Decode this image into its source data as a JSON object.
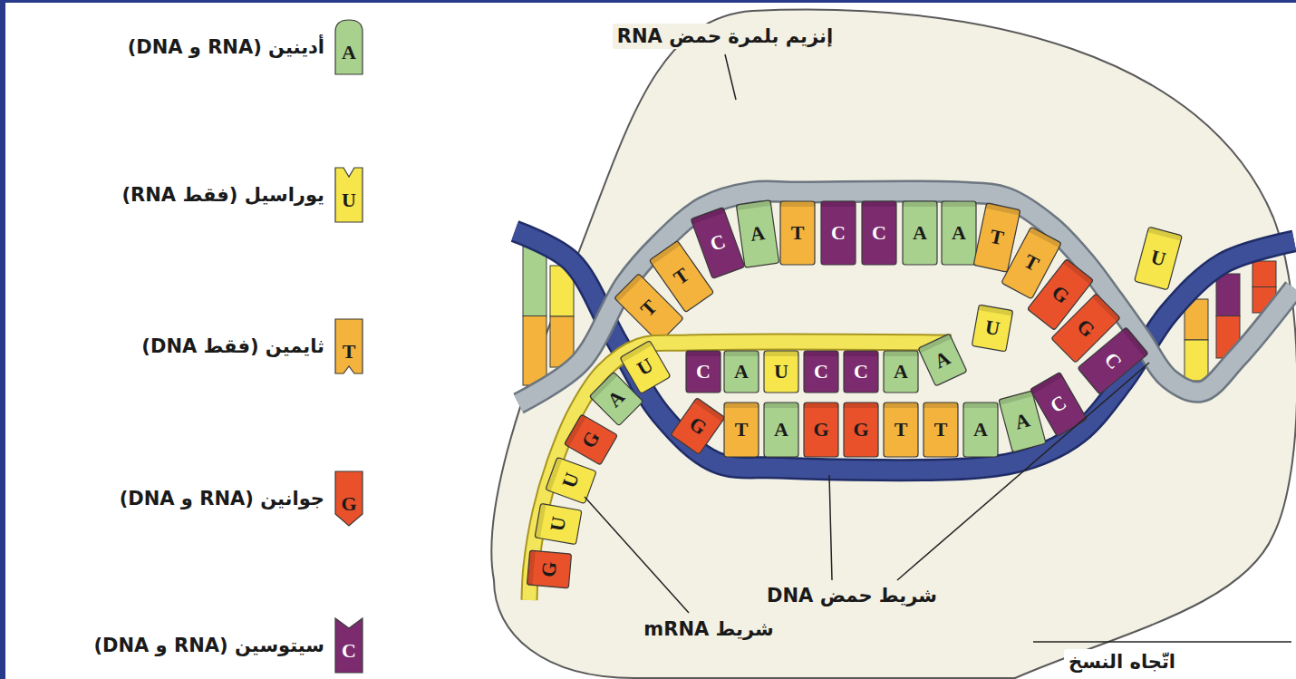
{
  "diagram": {
    "labels": [
      "إنزيم بلمرة حمض RNA",
      "T",
      "T",
      "C",
      "A",
      "T",
      "C",
      "C",
      "A",
      "A",
      "T",
      "T",
      "G",
      "G",
      "C",
      "U",
      "U",
      "A",
      "G",
      "U",
      "U",
      "G",
      "C",
      "A",
      "U",
      "C",
      "C",
      "A",
      "A",
      "U",
      "G",
      "T",
      "A",
      "G",
      "G",
      "T",
      "T",
      "A",
      "A",
      "C",
      "شريط حمض DNA",
      "شريط mRNA",
      "اتّجاه النسخ",
      "A",
      "U",
      "T",
      "G",
      "C"
    ],
    "legend": [
      {
        "text": "أدينين (RNA و DNA)",
        "color": "#a9d18e"
      },
      {
        "text": "يوراسيل (فقط RNA)",
        "color": "#f6e64b"
      },
      {
        "text": "ثايمين (فقط DNA)",
        "color": "#f3b33d"
      },
      {
        "text": "جوانين (RNA و DNA)",
        "color": "#e9512b"
      },
      {
        "text": "سيتوسين (RNA و DNA)",
        "color": "#7b2b6e"
      }
    ]
  }
}
